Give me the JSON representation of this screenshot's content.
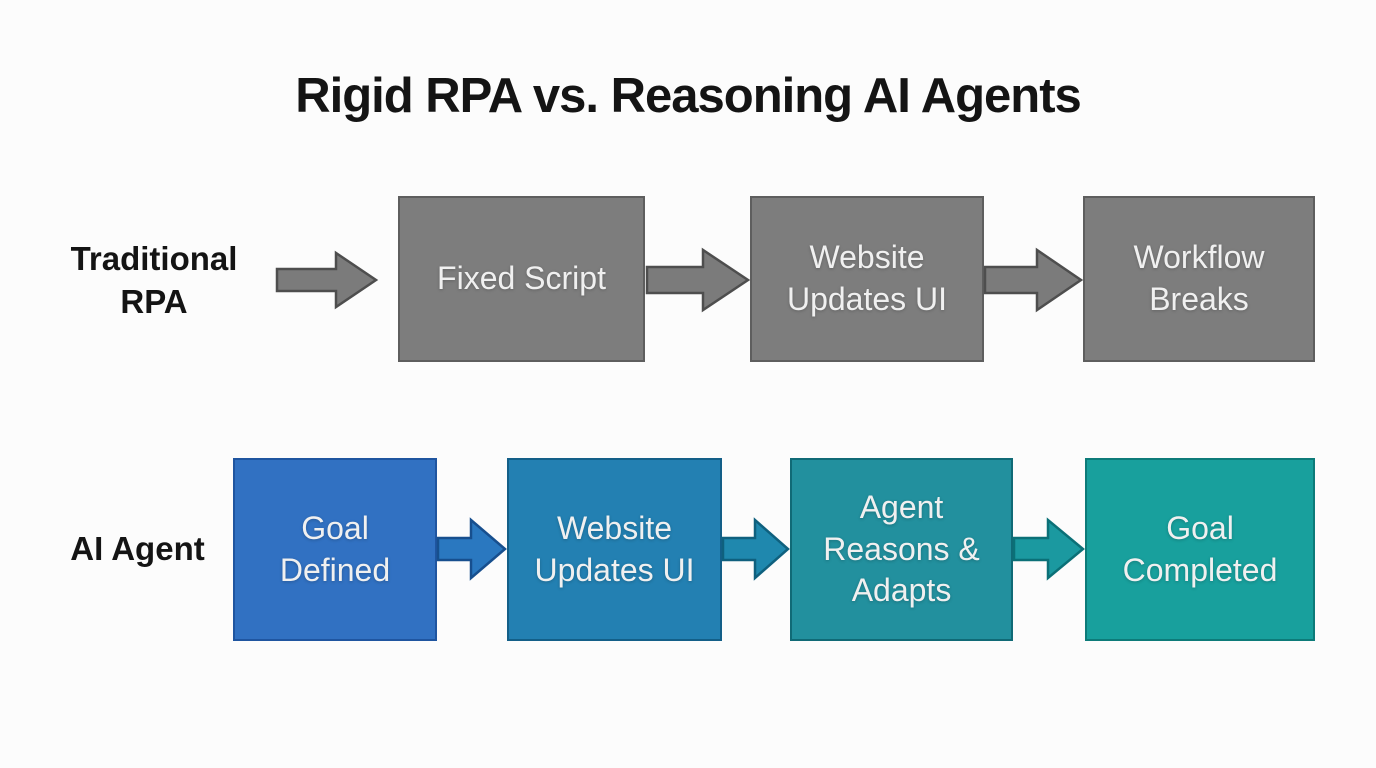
{
  "title": "Rigid RPA vs. Reasoning AI Agents",
  "rows": [
    {
      "label": "Traditional RPA",
      "label_lines": [
        "Traditional",
        "RPA"
      ],
      "boxes": [
        {
          "lines": [
            "Fixed Script"
          ]
        },
        {
          "lines": [
            "Website",
            "Updates UI"
          ]
        },
        {
          "lines": [
            "Workflow",
            "Breaks"
          ]
        }
      ]
    },
    {
      "label": "AI Agent",
      "label_lines": [
        "AI Agent"
      ],
      "boxes": [
        {
          "lines": [
            "Goal",
            "Defined"
          ]
        },
        {
          "lines": [
            "Website",
            "Updates UI"
          ]
        },
        {
          "lines": [
            "Agent",
            "Reasons &",
            "Adapts"
          ]
        },
        {
          "lines": [
            "Goal",
            "Completed"
          ]
        }
      ]
    }
  ],
  "colors": {
    "background": "#fcfcfc",
    "title_text": "#141414",
    "label_text": "#141414",
    "box_text": "#f0f0f0",
    "gray_box_fill": "#7d7d7d",
    "gray_box_border": "#5e5e5e",
    "gray_arrow_fill": "#7b7b7b",
    "gray_arrow_border": "#4e4e4e",
    "agent_box_fills": [
      "#3171c2",
      "#2380b2",
      "#22909e",
      "#18a09d"
    ],
    "agent_box_borders": [
      "#1f55a0",
      "#135f88",
      "#106a76",
      "#0d7b79"
    ],
    "agent_arrow_fills": [
      "#2a78c0",
      "#1f88ae",
      "#1b99a0"
    ],
    "agent_arrow_borders": [
      "#174f8e",
      "#0f607e",
      "#0b7077"
    ]
  }
}
